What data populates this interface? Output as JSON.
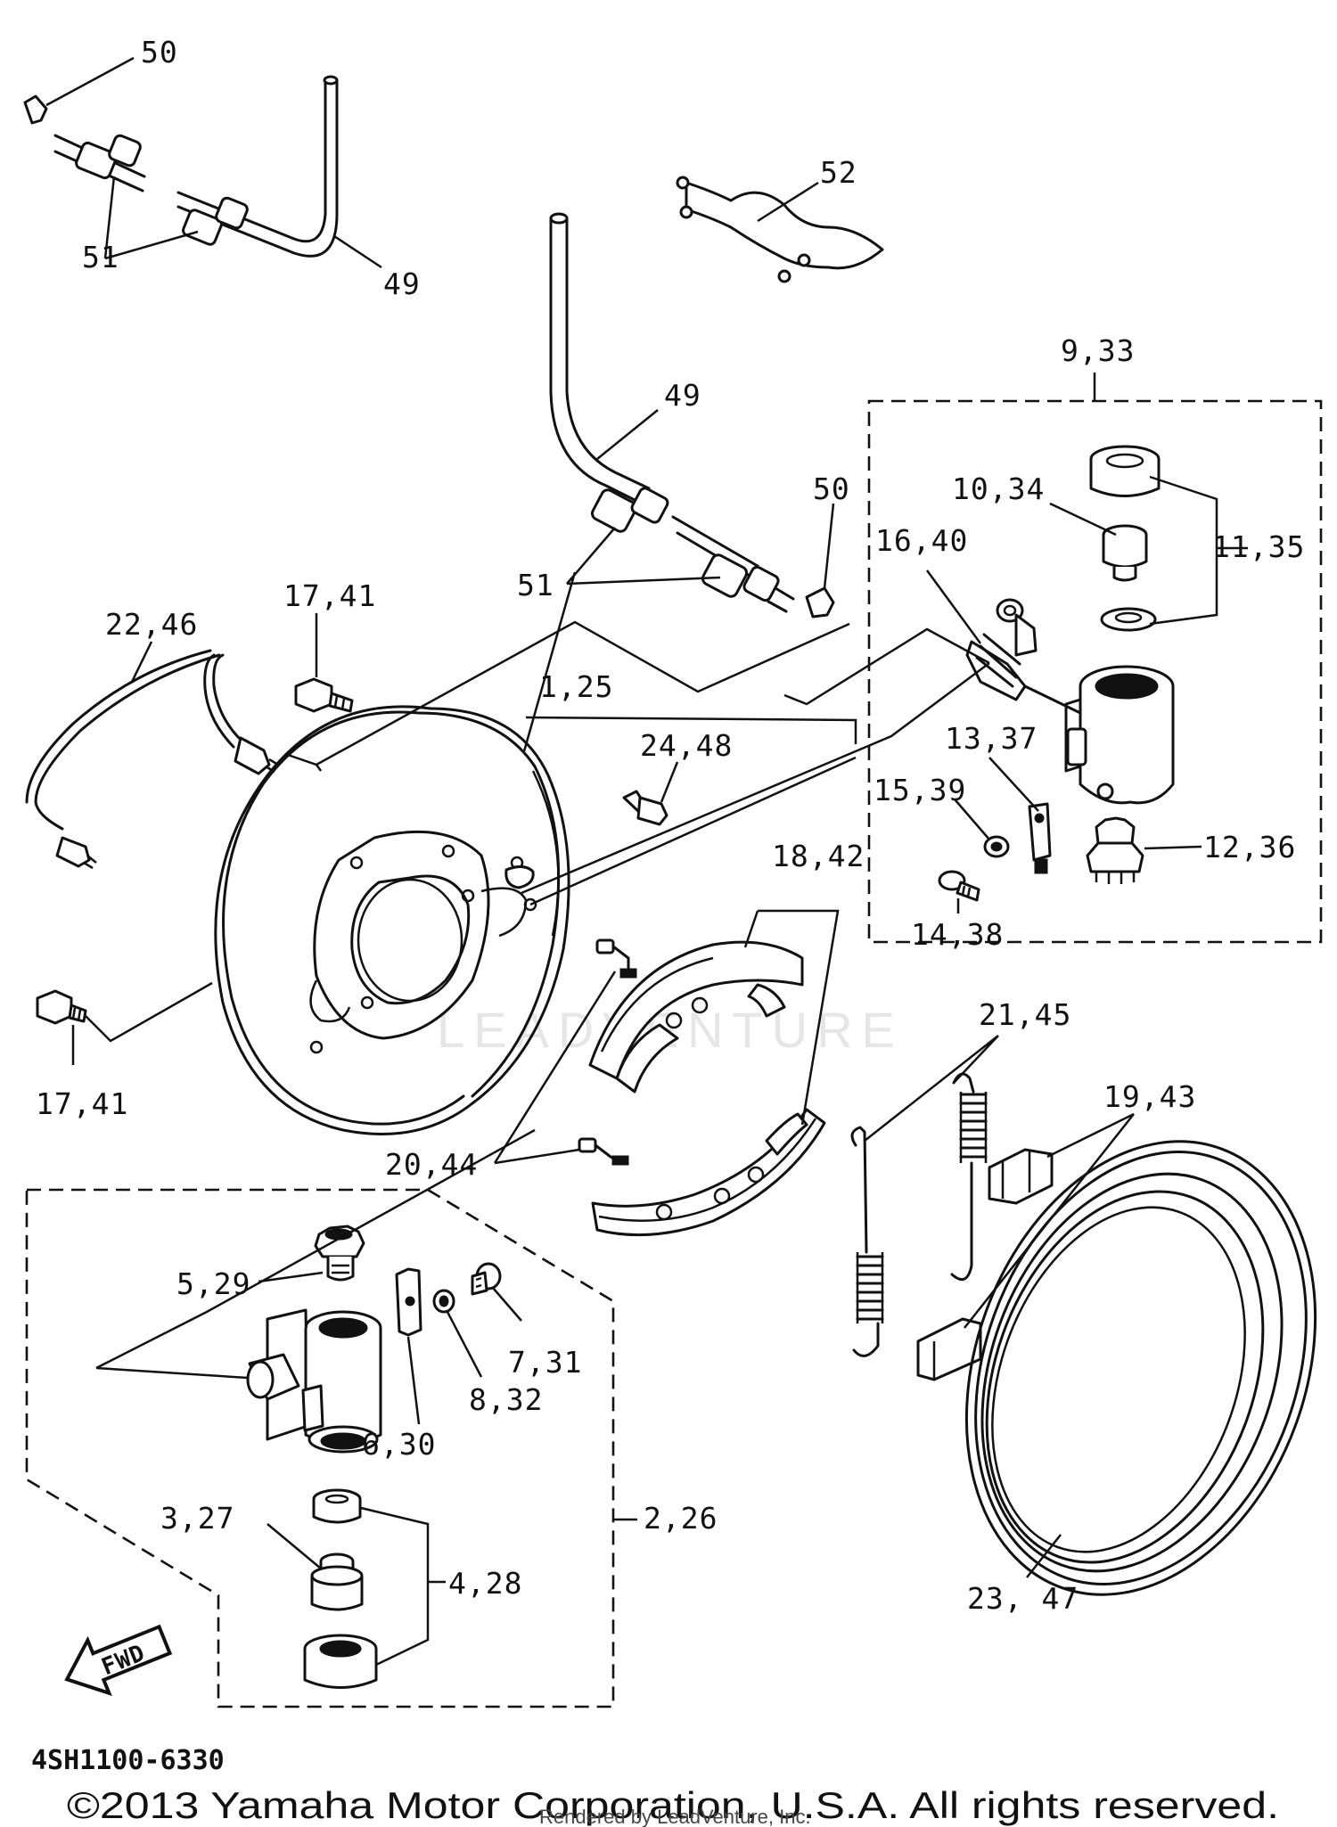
{
  "diagram_code": "4SH1100-6330",
  "copyright": "©2013 Yamaha Motor Corporation, U.S.A. All rights reserved.",
  "rendered_by": "Rendered by LeadVenture, Inc.",
  "watermark": "LEADVENTURE",
  "fwd_label": "FWD",
  "callouts": {
    "c50_top": "50",
    "c51_top": "51",
    "c49_top": "49",
    "c52": "52",
    "c49_mid": "49",
    "c9_33": "9,33",
    "c50_mid": "50",
    "c10_34": "10,34",
    "c11_35": "11,35",
    "c16_40": "16,40",
    "c51_mid": "51",
    "c22_46": "22,46",
    "c17_41_top": "17,41",
    "c1_25": "1,25",
    "c24_48": "24,48",
    "c13_37": "13,37",
    "c15_39": "15,39",
    "c12_36": "12,36",
    "c14_38": "14,38",
    "c18_42": "18,42",
    "c17_41_bot": "17,41",
    "c21_45": "21,45",
    "c19_43": "19,43",
    "c20_44": "20,44",
    "c5_29": "5,29",
    "c7_31": "7,31",
    "c8_32": "8,32",
    "c6_30": "6,30",
    "c2_26": "2,26",
    "c3_27": "3,27",
    "c4_28": "4,28",
    "c23_47": "23, 47"
  }
}
